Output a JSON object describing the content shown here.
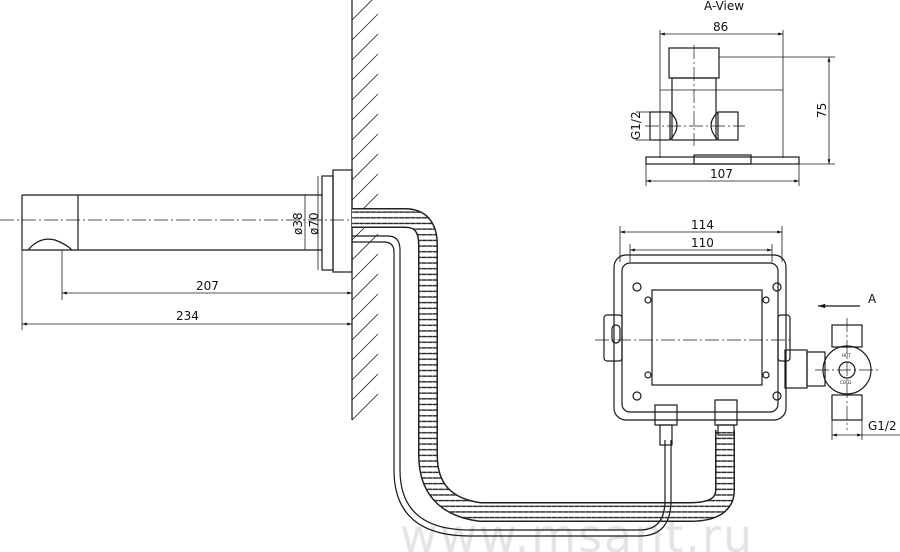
{
  "drawing": {
    "view_label": "A-View",
    "view_marker": "A",
    "dims": {
      "a_view_width": "86",
      "a_view_height": "75",
      "a_view_base": "107",
      "a_view_thread": "G1/2",
      "box_outer": "114",
      "box_inner": "110",
      "valve_thread": "G1/2",
      "spout_reach": "207",
      "spout_total": "234",
      "spout_dia": "ø38",
      "flange_dia": "ø70"
    },
    "valve_labels": {
      "hot": "HOT",
      "cold": "COLD"
    },
    "watermark": "www.msant.ru"
  }
}
